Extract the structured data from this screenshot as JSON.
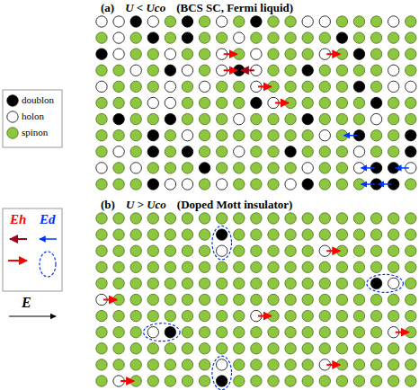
{
  "diagram": {
    "labels": [
      "(a)",
      "U < Uco",
      "(BCS SC, Fermi liquid)",
      "(b)",
      "U > Uco",
      "(Doped Mott insulator)",
      "E"
    ],
    "legend": [
      {
        "text": "doublon",
        "color": "#000000"
      },
      {
        "text": "holon",
        "color": "#ffffff"
      },
      {
        "text": "spinon",
        "color": "#8dc63f"
      },
      {
        "text": "Eh"
      },
      {
        "text": "Ed"
      }
    ]
  }
}
